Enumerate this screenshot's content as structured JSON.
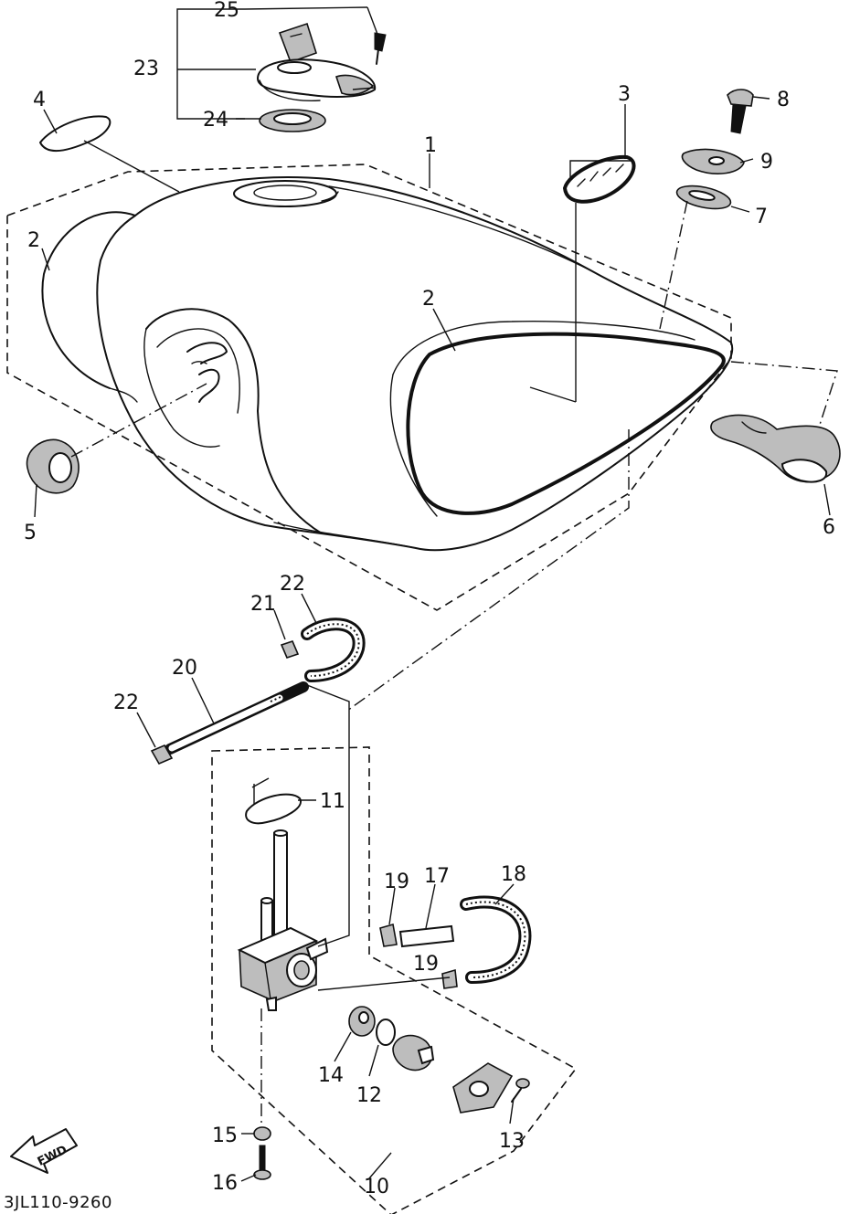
{
  "diagram": {
    "callouts": [
      {
        "id": "c1",
        "text": "1"
      },
      {
        "id": "c2a",
        "text": "2"
      },
      {
        "id": "c2b",
        "text": "2"
      },
      {
        "id": "c3",
        "text": "3"
      },
      {
        "id": "c4",
        "text": "4"
      },
      {
        "id": "c5",
        "text": "5"
      },
      {
        "id": "c6",
        "text": "6"
      },
      {
        "id": "c7",
        "text": "7"
      },
      {
        "id": "c8",
        "text": "8"
      },
      {
        "id": "c9",
        "text": "9"
      },
      {
        "id": "c10",
        "text": "10"
      },
      {
        "id": "c11",
        "text": "11"
      },
      {
        "id": "c12",
        "text": "12"
      },
      {
        "id": "c13",
        "text": "13"
      },
      {
        "id": "c14",
        "text": "14"
      },
      {
        "id": "c15",
        "text": "15"
      },
      {
        "id": "c16",
        "text": "16"
      },
      {
        "id": "c17",
        "text": "17"
      },
      {
        "id": "c18",
        "text": "18"
      },
      {
        "id": "c19a",
        "text": "19"
      },
      {
        "id": "c19b",
        "text": "19"
      },
      {
        "id": "c20",
        "text": "20"
      },
      {
        "id": "c21",
        "text": "21"
      },
      {
        "id": "c22a",
        "text": "22"
      },
      {
        "id": "c22b",
        "text": "22"
      },
      {
        "id": "c23",
        "text": "23"
      },
      {
        "id": "c24",
        "text": "24"
      },
      {
        "id": "c25",
        "text": "25"
      }
    ],
    "fwd_label": "FWD",
    "drawing_code": "3JL110-9260"
  }
}
